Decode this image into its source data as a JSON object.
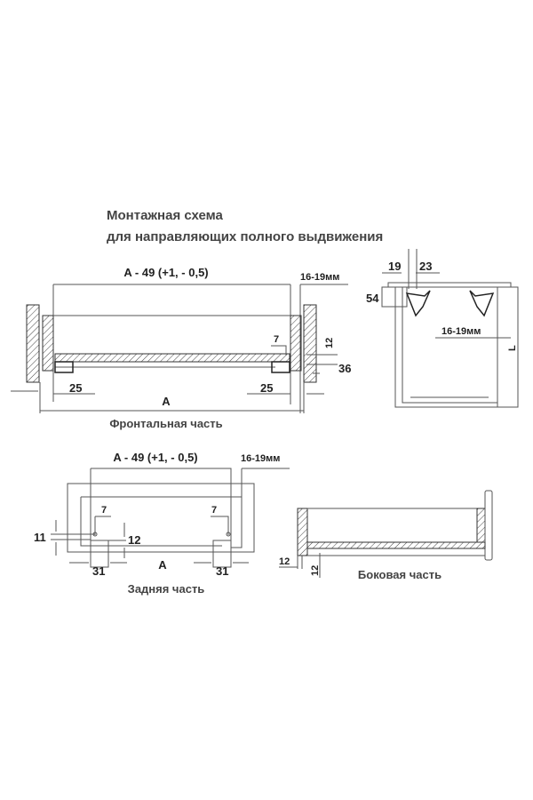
{
  "title": {
    "line1": "Монтажная схема",
    "line2": "для направляющих полного выдвижения"
  },
  "front": {
    "width_label": "A - 49 (+1, - 0,5)",
    "thickness": "16-19мм",
    "dim_7": "7",
    "dim_12": "12",
    "dim_36": "36",
    "dim_25_left": "25",
    "dim_25_right": "25",
    "dim_a": "A",
    "caption": "Фронтальная часть"
  },
  "top": {
    "dim_19": "19",
    "dim_23": "23",
    "dim_54": "54",
    "thickness": "16-19мм",
    "dim_l": "L"
  },
  "back": {
    "width_label": "A - 49 (+1, - 0,5)",
    "thickness": "16-19мм",
    "dim_7_left": "7",
    "dim_7_right": "7",
    "dim_11": "11",
    "dim_12": "12",
    "dim_31_left": "31",
    "dim_a": "A",
    "dim_31_right": "31",
    "caption": "Задняя часть"
  },
  "side": {
    "dim_12_h": "12",
    "dim_12_v": "12",
    "caption": "Боковая часть"
  }
}
